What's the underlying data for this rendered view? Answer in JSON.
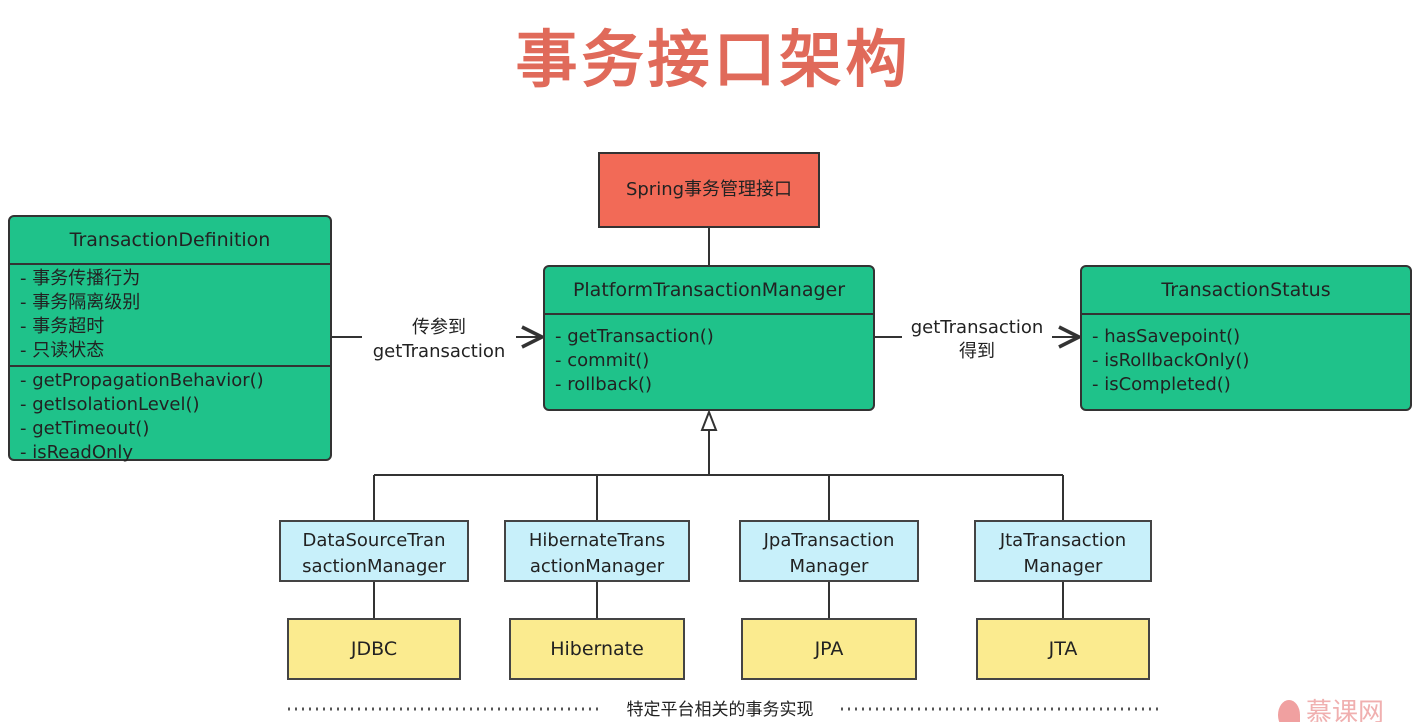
{
  "title": "事务接口架构",
  "spring_box": {
    "label": "Spring事务管理接口"
  },
  "definition": {
    "name": "TransactionDefinition",
    "attributes": [
      "- 事务传播行为",
      "- 事务隔离级别",
      "- 事务超时",
      "- 只读状态"
    ],
    "methods": [
      "- getPropagationBehavior()",
      "- getIsolationLevel()",
      "- getTimeout()",
      "- isReadOnly"
    ]
  },
  "manager": {
    "name": "PlatformTransactionManager",
    "methods": [
      "- getTransaction()",
      "- commit()",
      "- rollback()"
    ]
  },
  "status": {
    "name": "TransactionStatus",
    "methods": [
      "- hasSavepoint()",
      "- isRollbackOnly()",
      "- isCompleted()"
    ]
  },
  "edge_labels": {
    "definition_to_manager": [
      "传参到",
      "getTransaction"
    ],
    "manager_to_status": [
      "getTransaction",
      "得到"
    ]
  },
  "implementations": [
    {
      "lines": [
        "DataSourceTran",
        "sactionManager"
      ],
      "platform": "JDBC"
    },
    {
      "lines": [
        "HibernateTrans",
        "actionManager"
      ],
      "platform": "Hibernate"
    },
    {
      "lines": [
        "JpaTransaction",
        "Manager"
      ],
      "platform": "JPA"
    },
    {
      "lines": [
        "JtaTransaction",
        "Manager"
      ],
      "platform": "JTA"
    }
  ],
  "footer": "特定平台相关的事务实现",
  "watermark": "慕课网",
  "colors": {
    "title": "#e06a5a",
    "spring_box": "#f26a57",
    "class_box": "#1fc28a",
    "impl_box": "#c8f0fa",
    "platform_box": "#fbeb8f"
  }
}
